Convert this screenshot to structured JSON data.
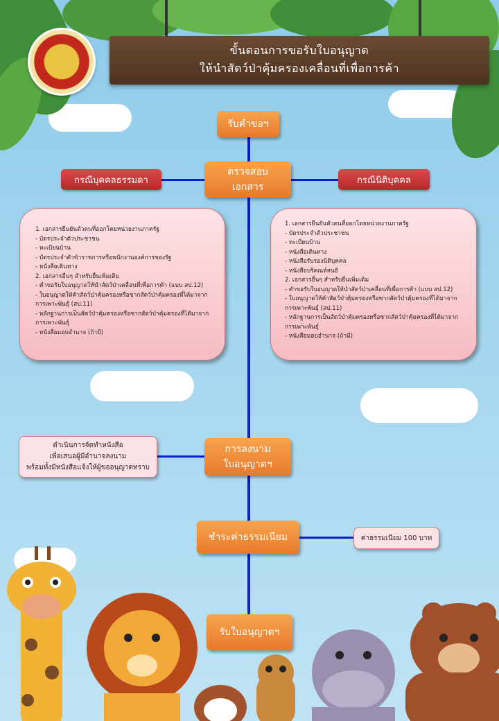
{
  "header": {
    "title_line1": "ขั้นตอนการขอรับใบอนุญาต",
    "title_line2": "ให้นำสัตว์ป่าคุ้มครองเคลื่อนที่เพื่อการค้า"
  },
  "flow": {
    "receive_request": "รับคำขอฯ",
    "check_docs": [
      "ตรวจสอบ",
      "เอกสาร"
    ],
    "sign_license": [
      "การลงนาม",
      "ใบอนุญาตฯ"
    ],
    "pay_fee": "ชำระค่าธรรมเนียม",
    "receive_license": "รับใบอนุญาตฯ"
  },
  "labels": {
    "individual": "กรณีบุคคลธรรมดา",
    "juristic": "กรณีนิติบุคคล"
  },
  "individual_docs": [
    "1. เอกสารยืนยันตัวตนที่ออกโดยหน่วยงานภาครัฐ",
    "- บัตรประจำตัวประชาชน",
    "- ทะเบียนบ้าน",
    "- บัตรประจำตัวข้าราชการหรือพนักงานองค์การของรัฐ",
    "- หนังสือเดินทาง",
    "2. เอกสารอื่นๆ สำหรับยื่นเพิ่มเติม",
    "- คำขอรับใบอนุญาตให้นำสัตว์ป่าเคลื่อนที่เพื่อการค้า (แบบ สป.12)",
    "- ใบอนุญาตให้ค้าสัตว์ป่าคุ้มครองหรือซากสัตว์ป่าคุ้มครองที่ได้มาจาก",
    "การเพาะพันธุ์ (สป.11)",
    "- หลักฐานการเป็นสัตว์ป่าคุ้มครองหรือซากสัตว์ป่าคุ้มครองที่ได้มาจาก",
    "การเพาะพันธุ์",
    "- หนังสือมอบอำนาจ (ถ้ามี)"
  ],
  "juristic_docs": [
    "1. เอกสารยืนยันตัวตนที่ออกโดยหน่วยงานภาครัฐ",
    "- บัตรประจำตัวประชาชน",
    "- ทะเบียนบ้าน",
    "- หนังสือเดินทาง",
    "- หนังสือรับรองนิติบุคคล",
    "- หนังสือบริคณห์สนธิ",
    "2. เอกสารอื่นๆ สำหรับยื่นเพิ่มเติม",
    "- คำขอรับใบอนุญาตให้นำสัตว์ป่าเคลื่อนที่เพื่อการค้า (แบบ สป.12)",
    "- ใบอนุญาตให้ค้าสัตว์ป่าคุ้มครองหรือซากสัตว์ป่าคุ้มครองที่ได้มาจาก",
    "การเพาะพันธุ์ (สป.11)",
    "- หลักฐานการเป็นสัตว์ป่าคุ้มครองหรือซากสัตว์ป่าคุ้มครองที่ได้มาจาก",
    "การเพาะพันธุ์",
    "- หนังสือมอบอำนาจ (ถ้ามี)"
  ],
  "sign_note": [
    "ดำเนินการจัดทำหนังสือ",
    "เพื่อเสนอผู้มีอำนาจลงนาม",
    "พร้อมทั้งมีหนังสือแจ้งให้ผู้ขออนุญาตทราบ"
  ],
  "fee_note": "ค่าธรรมเนียม 100 บาท",
  "colors": {
    "connector": "#0c1fc8",
    "step_box": "#f08a35",
    "label_box": "#c0302f",
    "info_box": "#f9cdd2"
  }
}
